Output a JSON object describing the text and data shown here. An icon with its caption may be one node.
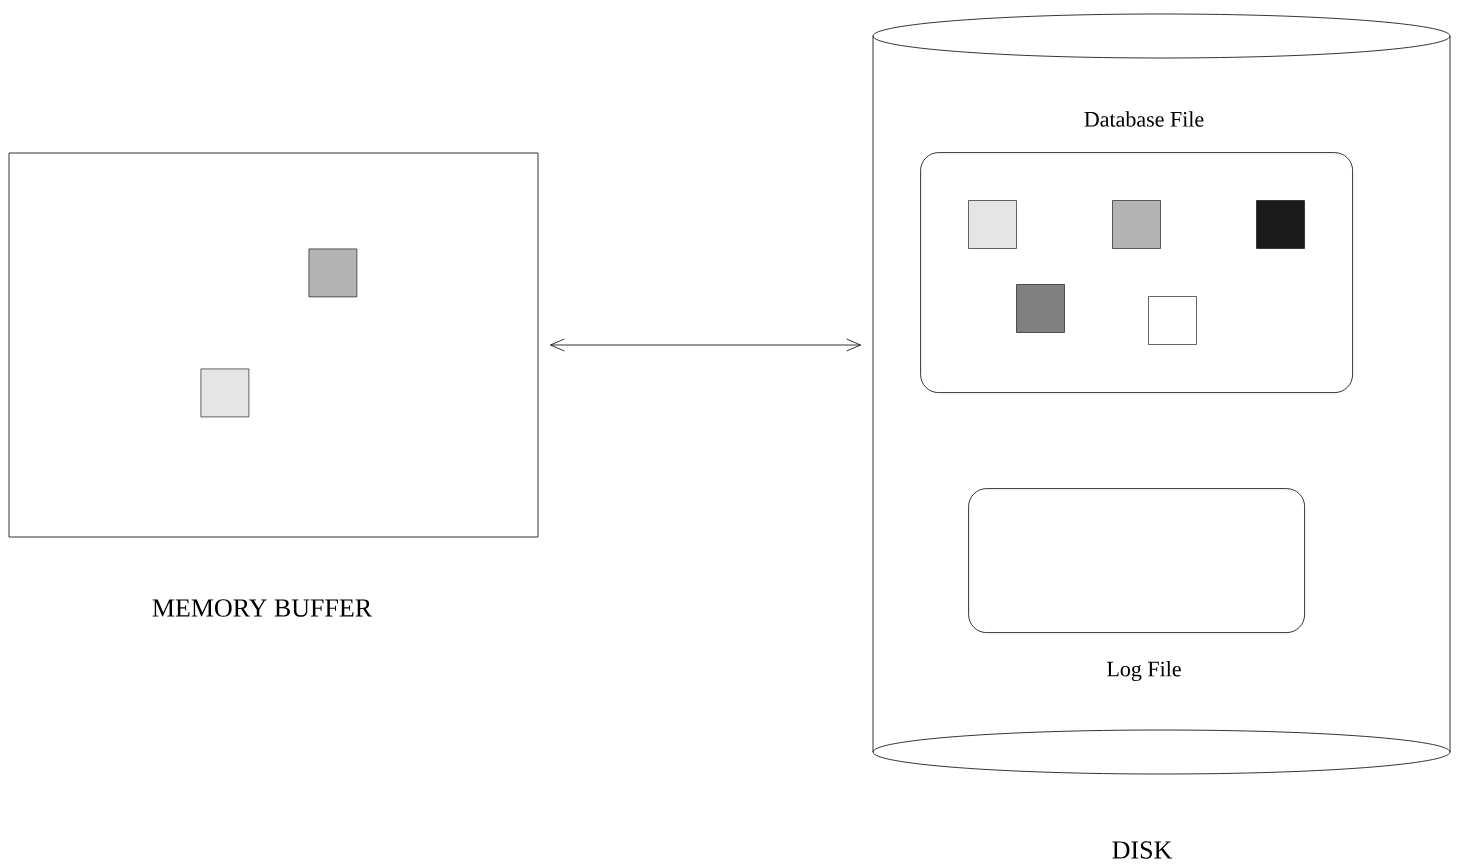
{
  "diagram": {
    "nodes": [
      {
        "text": [
          "MEMORY BUFFER"
        ]
      },
      {
        "text": [],
        "shape": "box",
        "in": 0
      },
      {
        "text": [],
        "shape": "box",
        "in": 0
      },
      {
        "text": [
          "DISK"
        ]
      },
      {
        "text": [
          "Database File"
        ],
        "in": 3
      },
      {
        "text": [],
        "shape": "box",
        "in": 4
      },
      {
        "text": [],
        "shape": "box",
        "in": 4
      },
      {
        "text": [],
        "shape": "box",
        "in": 4
      },
      {
        "text": [],
        "shape": "box",
        "in": 4
      },
      {
        "text": [],
        "shape": "box",
        "in": 4
      },
      {
        "text": [
          "Log File"
        ],
        "in": 3
      }
    ],
    "edges": [
      {
        "from": 0,
        "to": 3,
        "arrow": "both"
      }
    ]
  }
}
